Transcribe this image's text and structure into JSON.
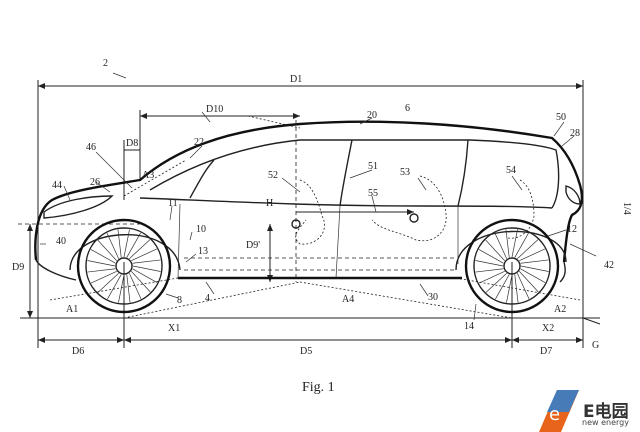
{
  "figure": {
    "caption": "Fig. 1",
    "sheet_number": "1/4"
  },
  "reference_numerals": {
    "r2": "2",
    "r4": "4",
    "r6": "6",
    "r8": "8",
    "r10": "10",
    "r11": "11",
    "r12": "12",
    "r13": "13",
    "r14": "14",
    "r20": "20",
    "r22": "22",
    "r26": "26",
    "r28": "28",
    "r30": "30",
    "r40": "40",
    "r42": "42",
    "r44": "44",
    "r46": "46",
    "r50": "50",
    "r51": "51",
    "r52": "52",
    "r53": "53",
    "r54": "54",
    "r55": "55"
  },
  "dimensions": {
    "D1": "D1",
    "D5": "D5",
    "D6": "D6",
    "D7": "D7",
    "D8": "D8",
    "D9": "D9",
    "D9p": "D9'",
    "D10": "D10",
    "H": "H",
    "G": "G"
  },
  "angles": {
    "A1": "A1",
    "A2": "A2",
    "A3": "A3",
    "A4": "A4"
  },
  "wheel_axes": {
    "X1": "X1",
    "X2": "X2"
  },
  "watermark": {
    "brand_glyph": "e",
    "brand_text": "E电园",
    "brand_sub": "new energy"
  }
}
